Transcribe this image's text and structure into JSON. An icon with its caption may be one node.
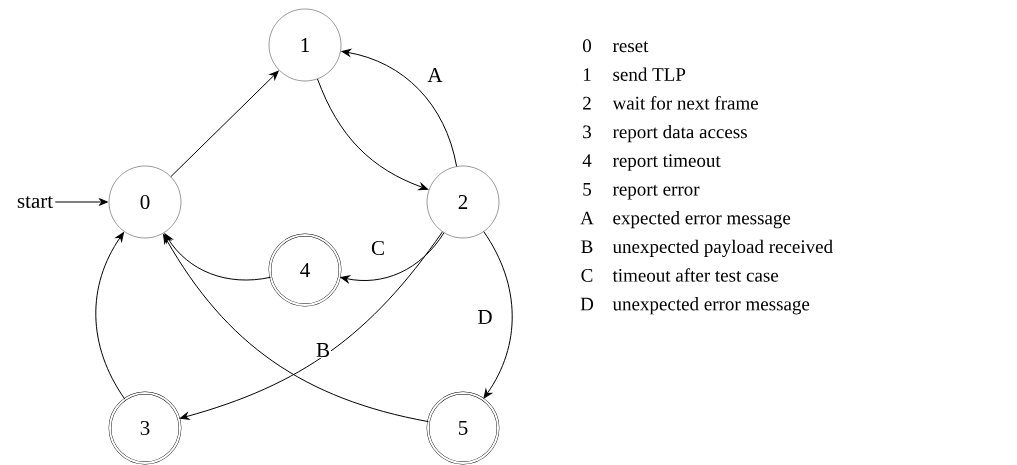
{
  "diagram": {
    "nodes": [
      {
        "text": [
          "0"
        ]
      },
      {
        "text": [
          "1"
        ]
      },
      {
        "text": [
          "2"
        ]
      },
      {
        "text": [
          "4"
        ]
      },
      {
        "text": [
          "3"
        ]
      },
      {
        "text": [
          "5"
        ]
      },
      {
        "text": [
          "start"
        ]
      }
    ],
    "edges": [
      {
        "from": 6,
        "to": 0,
        "arrow": "to"
      },
      {
        "from": 0,
        "to": 1,
        "arrow": "to"
      },
      {
        "from": 1,
        "to": 2,
        "arrow": "to"
      },
      {
        "from": 2,
        "to": 1,
        "arrow": "to",
        "label": "A"
      },
      {
        "from": 2,
        "to": 3,
        "arrow": "to",
        "label": "C"
      },
      {
        "from": 3,
        "to": 0,
        "arrow": "to"
      },
      {
        "from": 2,
        "to": 4,
        "arrow": "to",
        "label": "B"
      },
      {
        "from": 2,
        "to": 5,
        "arrow": "to",
        "label": "D"
      },
      {
        "from": 4,
        "to": 0,
        "arrow": "to"
      },
      {
        "from": 5,
        "to": 0,
        "arrow": "to"
      }
    ],
    "labels": [
      "0",
      "reset",
      "1",
      "send TLP",
      "2",
      "wait for next frame",
      "3",
      "report data access",
      "4",
      "report timeout",
      "5",
      "report error",
      "A",
      "expected error message",
      "B",
      "unexpected payload received",
      "C",
      "timeout after test case",
      "D",
      "unexpected error message"
    ]
  }
}
